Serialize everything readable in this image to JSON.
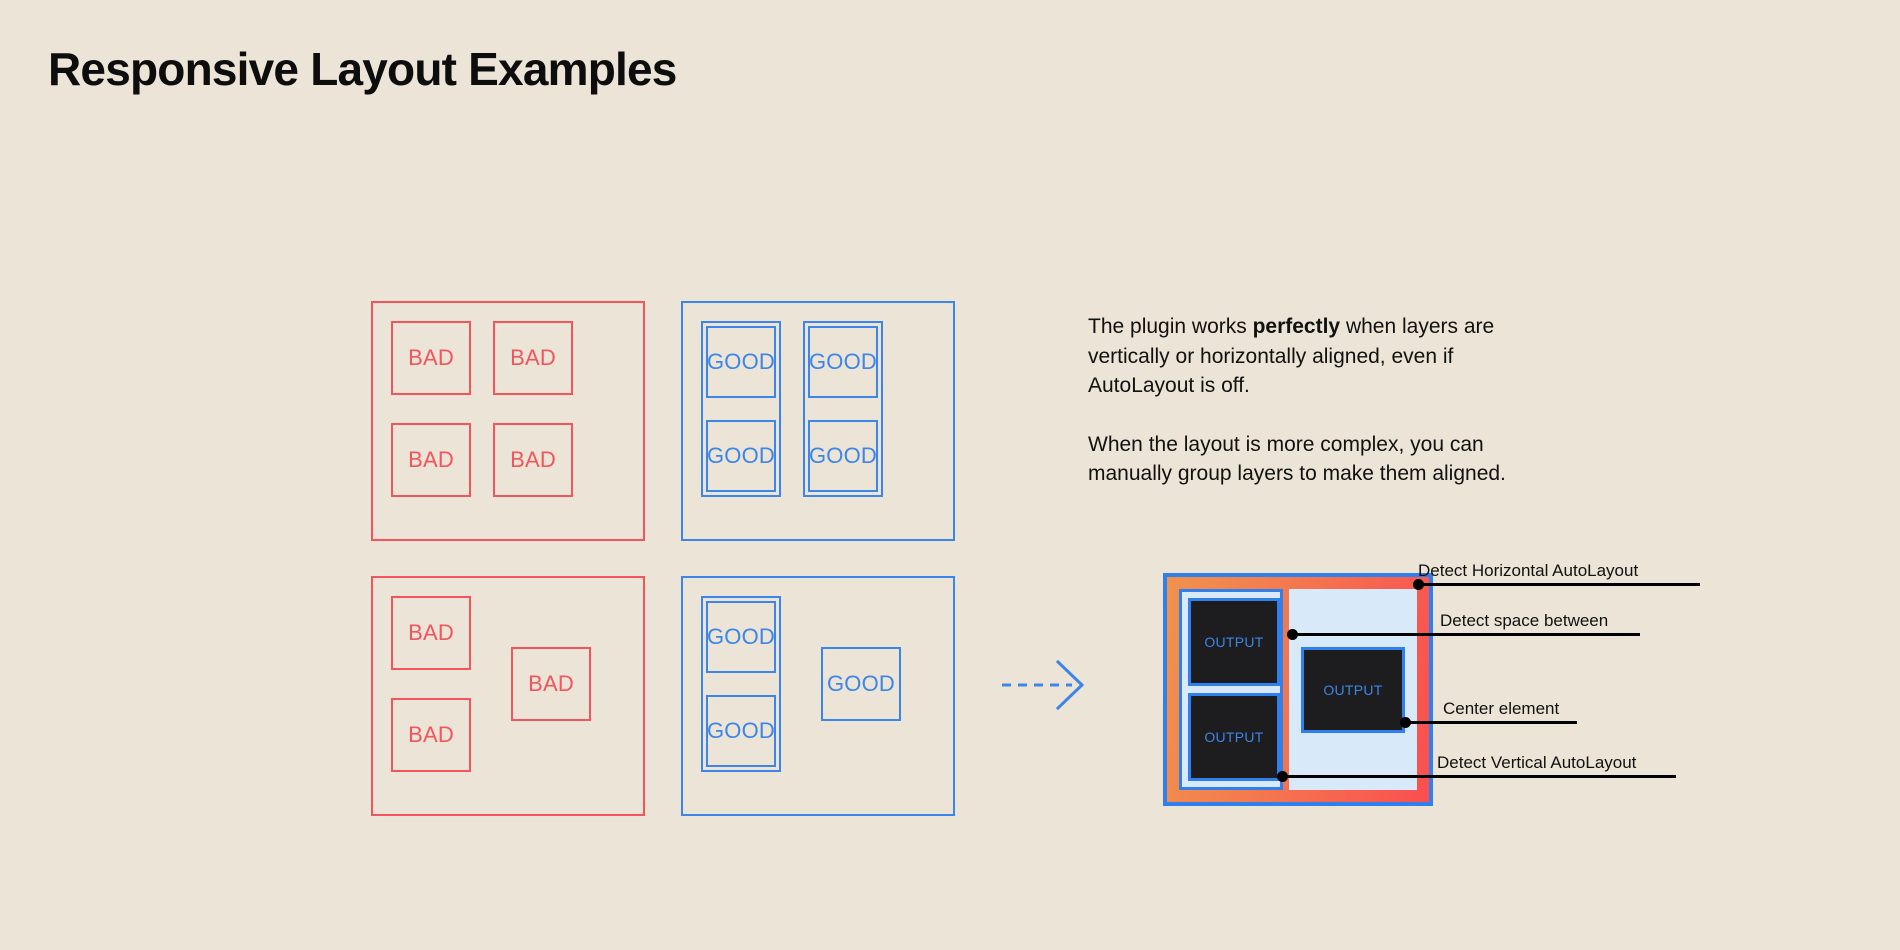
{
  "page": {
    "title": "Responsive Layout Examples",
    "background_color": "#ece4d6",
    "bad_color": "#f4545c",
    "good_color": "#3b86e8",
    "text_color": "#111111"
  },
  "examples": {
    "groups": [
      {
        "id": "grid-bad",
        "variant": "bad",
        "boxes": [
          {
            "label": "BAD"
          },
          {
            "label": "BAD"
          },
          {
            "label": "BAD"
          },
          {
            "label": "BAD"
          }
        ]
      },
      {
        "id": "grid-good",
        "variant": "good",
        "boxes": [
          {
            "label": "GOOD"
          },
          {
            "label": "GOOD"
          },
          {
            "label": "GOOD"
          },
          {
            "label": "GOOD"
          }
        ]
      },
      {
        "id": "complex-bad",
        "variant": "bad",
        "boxes": [
          {
            "label": "BAD"
          },
          {
            "label": "BAD"
          },
          {
            "label": "BAD"
          }
        ]
      },
      {
        "id": "complex-good",
        "variant": "good",
        "boxes": [
          {
            "label": "GOOD"
          },
          {
            "label": "GOOD"
          },
          {
            "label": "GOOD"
          }
        ]
      }
    ]
  },
  "arrow": {
    "icon": "dashed-arrow-right-icon",
    "color": "#3b86e8"
  },
  "copy": {
    "paragraph_1_before": "The plugin works ",
    "paragraph_1_bold": "perfectly",
    "paragraph_1_after": " when layers are vertically or horizontally aligned, even if AutoLayout is off.",
    "paragraph_2": "When the layout is more complex, you can manually group layers to make them aligned."
  },
  "panel": {
    "border_color": "#2f80ed",
    "gradient_from": "#f0924c",
    "gradient_to": "#fa4f4f",
    "surface_color": "#d8eafa",
    "output_bg": "#1d1d1f",
    "output_text_color": "#3b86e8",
    "outputs": [
      {
        "label": "OUTPUT"
      },
      {
        "label": "OUTPUT"
      },
      {
        "label": "OUTPUT"
      }
    ]
  },
  "annotations": [
    {
      "label": "Detect Horizontal AutoLayout"
    },
    {
      "label": "Detect space between"
    },
    {
      "label": "Center element"
    },
    {
      "label": "Detect Vertical AutoLayout"
    }
  ]
}
